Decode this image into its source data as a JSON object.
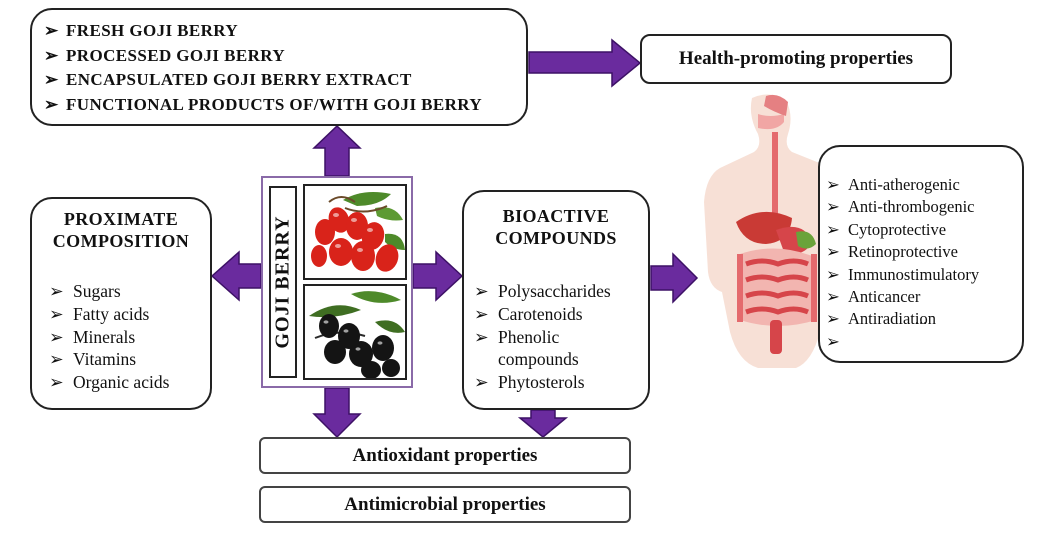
{
  "goji_forms": {
    "items": [
      "FRESH GOJI BERRY",
      "PROCESSED GOJI BERRY",
      "ENCAPSULATED GOJI BERRY EXTRACT",
      "FUNCTIONAL PRODUCTS OF/WITH GOJI BERRY"
    ]
  },
  "health": {
    "label": "Health-promoting properties"
  },
  "center": {
    "label": "GOJI BERRY"
  },
  "proximate": {
    "title_line1": "PROXIMATE",
    "title_line2": "COMPOSITION",
    "items": [
      "Sugars",
      "Fatty acids",
      "Minerals",
      "Vitamins",
      "Organic acids"
    ]
  },
  "bioactive": {
    "title_line1": "BIOACTIVE",
    "title_line2": "COMPOUNDS",
    "items": [
      "Polysaccharides",
      "Carotenoids",
      "Phenolic",
      "compounds",
      "Phytosterols"
    ]
  },
  "effects": {
    "items": [
      "Anti-atherogenic",
      "Anti-thrombogenic",
      "Cytoprotective",
      "Retinoprotective",
      "Immunostimulatory",
      "Anticancer",
      "Antiradiation",
      ""
    ],
    "ellipsis": "..."
  },
  "antioxidant": {
    "label": "Antioxidant properties"
  },
  "antimicrobial": {
    "label": "Antimicrobial properties"
  },
  "bullet_glyph": "➢",
  "colors": {
    "arrow": "#6a2b9e",
    "arrow_edge": "#3d1166",
    "frame": "#8a6aa8",
    "berry_red": "#d9231a",
    "berry_black": "#141414",
    "leaf": "#4e8a2a",
    "body_skin": "#f6ddd2",
    "organ": "#d6454a"
  },
  "icons": {
    "arrow": "block-arrow-icon",
    "red_berries": "red-goji-berries-icon",
    "black_berries": "black-goji-berries-icon",
    "body": "human-digestive-system-icon"
  }
}
